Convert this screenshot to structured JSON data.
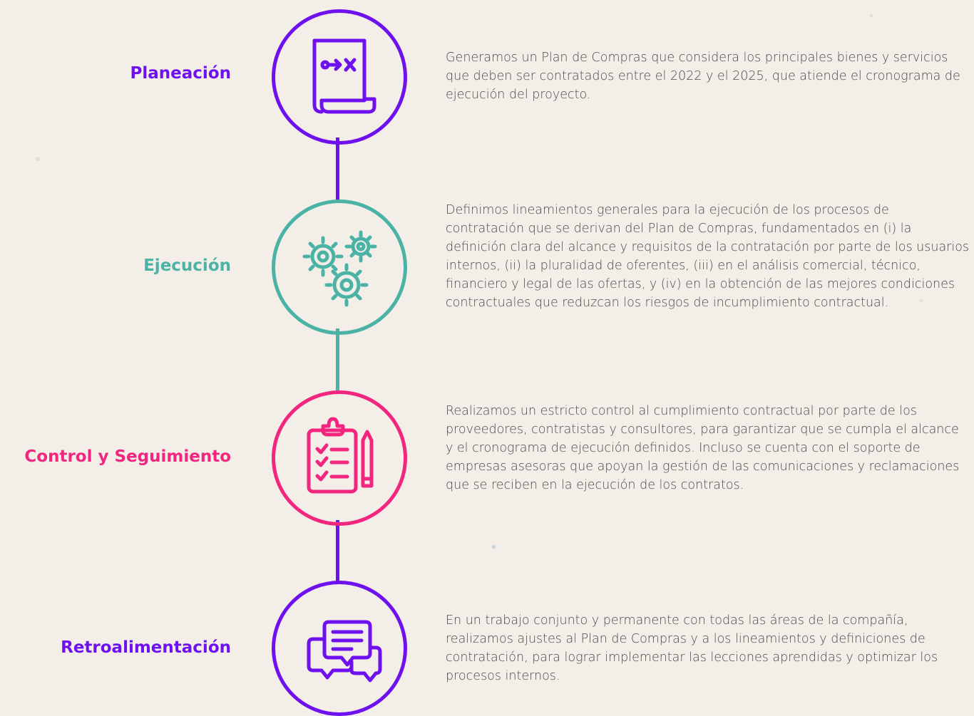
{
  "colors": {
    "purple": "#6e11ee",
    "teal": "#4bb3a5",
    "pink": "#f2257f",
    "background": "#f3efe8",
    "text": "#4a4a4a"
  },
  "steps": [
    {
      "title": "Planeación",
      "icon": "document-arrow-x-icon",
      "color": "#6e11ee",
      "description": "Generamos un Plan de Compras que considera los principales bienes y servicios que deben ser contratados entre el 2022 y el 2025, que atiende el cronograma de ejecución del proyecto."
    },
    {
      "title": "Ejecución",
      "icon": "gears-icon",
      "color": "#4bb3a5",
      "description": "Definimos lineamientos generales para la ejecución de los procesos de contratación que se derivan del Plan de Compras, fundamentados en (i) la definición clara del alcance y requisitos de la contratación por parte de los usuarios internos, (ii) la pluralidad de oferentes, (iii) en el análisis comercial, técnico, financiero y legal de las ofertas, y (iv) en la obtención de las mejores condiciones contractuales que reduzcan los riesgos de incumplimiento contractual."
    },
    {
      "title": "Control y Seguimiento",
      "icon": "clipboard-checklist-pencil-icon",
      "color": "#f2257f",
      "description": "Realizamos un estricto control al cumplimiento contractual por parte de los proveedores, contratistas y consultores, para garantizar que se cumpla el alcance y el cronograma de ejecución definidos. Incluso se cuenta con el soporte de empresas asesoras que apoyan la gestión de las comunicaciones y reclamaciones que se reciben en la ejecución de los contratos."
    },
    {
      "title": "Retroalimentación",
      "icon": "chat-bubbles-icon",
      "color": "#6e11ee",
      "description": "En un trabajo conjunto y permanente con todas las áreas de la compañía, realizamos ajustes al Plan de Compras y a los lineamientos y definiciones de contratación, para lograr implementar las lecciones aprendidas y optimizar los procesos internos."
    }
  ]
}
